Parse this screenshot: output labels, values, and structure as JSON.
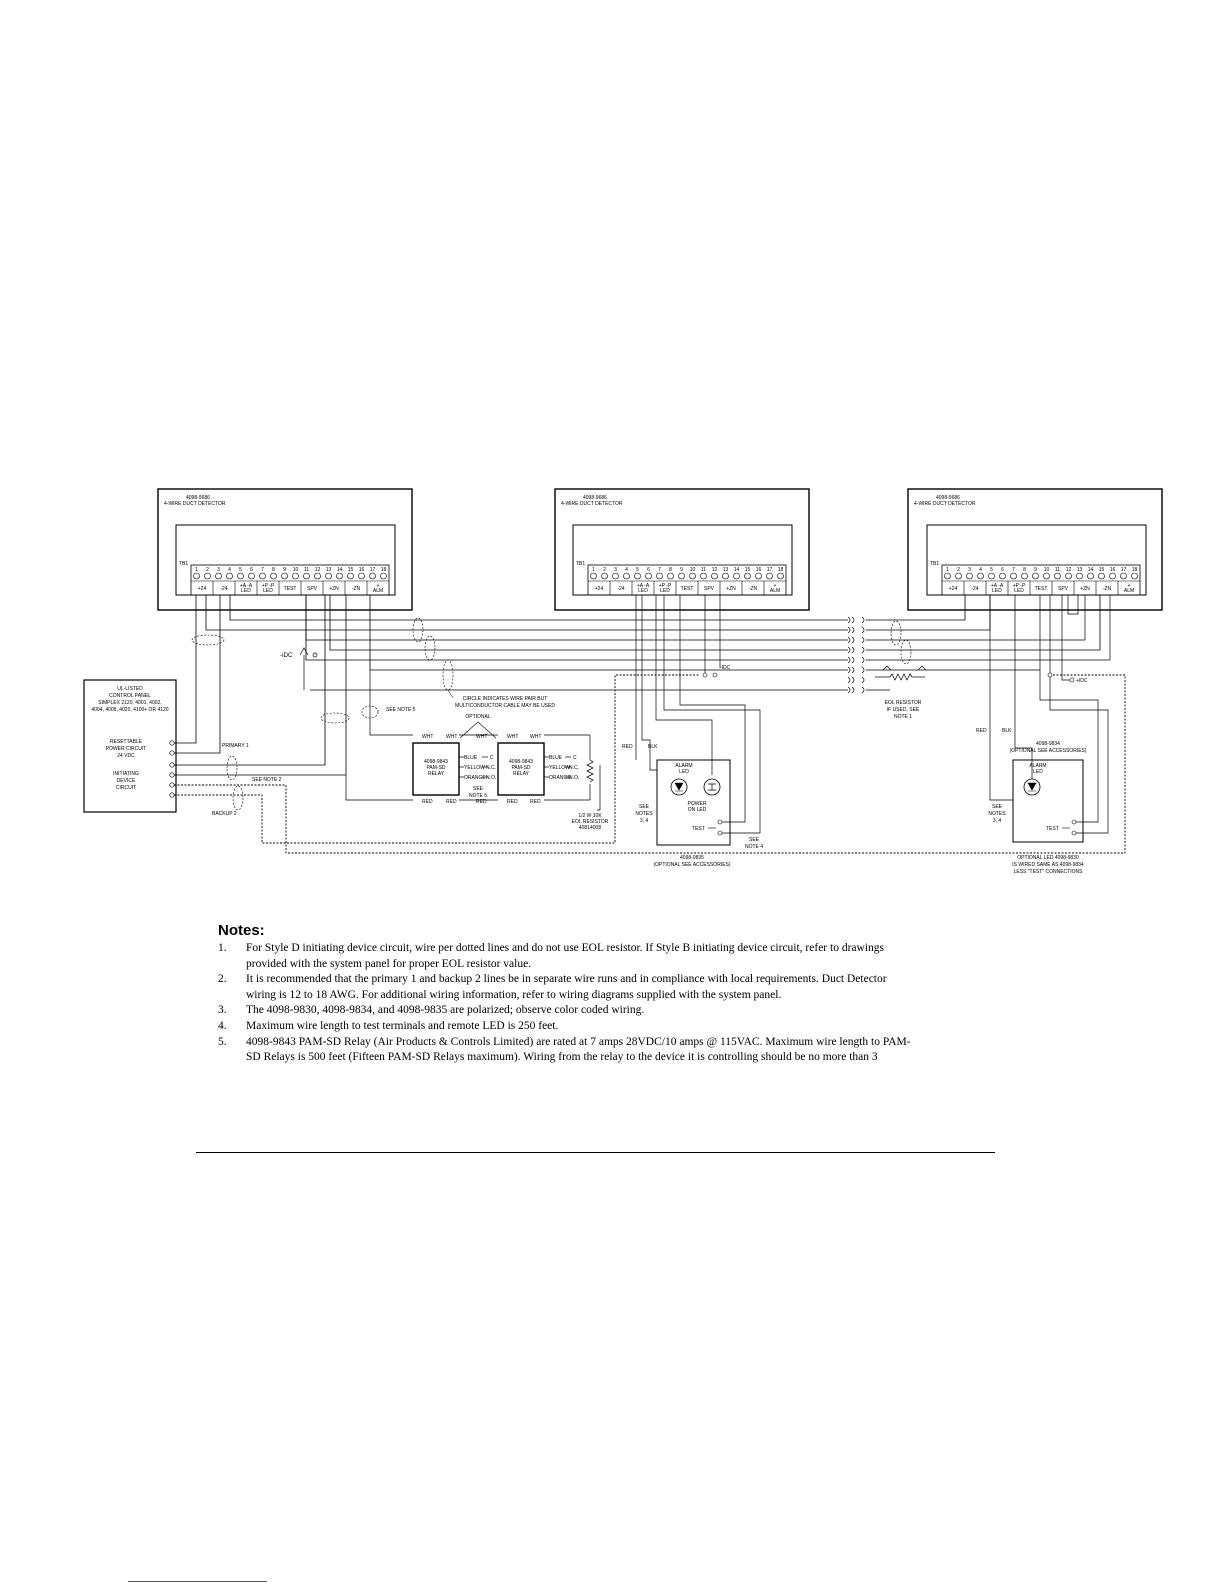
{
  "detectors": [
    {
      "model": "4098-9686",
      "desc": "4-WIRE DUCT DETECTOR",
      "tb": "TB1",
      "terminals": [
        "+24",
        "-24",
        "+A -A\nLED",
        "+P -P\nLED",
        "TEST",
        "SPV",
        "+ZN",
        "-ZN",
        "+\nALM"
      ]
    },
    {
      "model": "4098-9686",
      "desc": "4-WIRE DUCT DETECTOR",
      "tb": "TB1",
      "terminals": [
        "+24",
        "-24",
        "+A -A\nLED",
        "+P -P\nLED",
        "TEST",
        "SPV",
        "+ZN",
        "-ZN",
        "+\nALM"
      ]
    },
    {
      "model": "4098-9686",
      "desc": "4-WIRE DUCT DETECTOR",
      "tb": "TB1",
      "terminals": [
        "+24",
        "-24",
        "+A -A\nLED",
        "+P -P\nLED",
        "TEST",
        "SPV",
        "+ZN",
        "-ZN",
        "+\nALM"
      ]
    }
  ],
  "terminal_numbers": [
    "1",
    "2",
    "3",
    "4",
    "5",
    "6",
    "7",
    "8",
    "9",
    "10",
    "11",
    "12",
    "13",
    "14",
    "15",
    "16",
    "17",
    "18"
  ],
  "panel": {
    "lines": [
      "UL-LISTED",
      "CONTROL PANEL",
      "SIMPLEX 2120, 4001, 4002,",
      "4004, 4005, 4020, 4100+ OR 4120"
    ],
    "resettable": [
      "RESETTABLE",
      "POWER CIRCUIT",
      "24 VDC"
    ],
    "initiating": [
      "INITIATING",
      "DEVICE",
      "CIRCUIT"
    ]
  },
  "labels": {
    "primary": "PRIMARY 1",
    "backup": "BACKUP 2",
    "see_note2": "SEE NOTE 2",
    "see_note5": "SEE NOTE 5",
    "circle_note": [
      "CIRCLE INDICATES WIRE PAIR BUT",
      "MULTICONDUCTOR CABLE MAY BE USED"
    ],
    "optional": "OPTIONAL",
    "idc": "-IDC",
    "idc_plus": "+IDC",
    "red": "RED",
    "blk": "BLK",
    "eol": [
      "EOL RESISTOR",
      "IF USED, SEE",
      "NOTE 1"
    ],
    "eol_10k": [
      "1/2 W 10K",
      "EOL RESISTOR",
      "40814008"
    ]
  },
  "relays": [
    {
      "model": "4098-9843",
      "name": "PAM-SD",
      "sub": "RELAY"
    },
    {
      "model": "4098-9843",
      "name": "PAM-SD",
      "sub": "RELAY"
    }
  ],
  "relay_wires": {
    "wht": "WHT",
    "red": "RED",
    "blue": "BLUE",
    "yellow": "YELLOW",
    "orange": "ORANGE",
    "c": "C",
    "nc": "N.C.",
    "no": "N.O."
  },
  "see_note5_relay": [
    "SEE",
    "NOTE 5"
  ],
  "remote_9835": {
    "alarm": [
      "ALARM",
      "LED"
    ],
    "power": [
      "POWER",
      "ON LED"
    ],
    "test": "TEST",
    "see_notes": [
      "SEE",
      "NOTES",
      "3, 4"
    ],
    "see_note4": [
      "SEE",
      "NOTE 4"
    ],
    "caption": [
      "4098-9835",
      "(OPTIONAL SEE ACCESSORIES)"
    ]
  },
  "remote_9834": {
    "title": [
      "4098-9834",
      "(OPTIONAL SEE ACCESSORIES)"
    ],
    "alarm": [
      "ALARM",
      "LED"
    ],
    "test": "TEST",
    "see_notes": [
      "SEE",
      "NOTES",
      "3, 4"
    ],
    "caption": [
      "OPTIONAL LED 4098-9830",
      "IS WIRED SAME AS 4098-9834",
      "LESS \"TEST\" CONNECTIONS"
    ]
  },
  "notes": {
    "title": "Notes:",
    "items": [
      {
        "num": "1.",
        "text": "For Style D initiating device circuit, wire per dotted lines and do not use EOL resistor.  If Style B initiating device circuit, refer to drawings provided with the system panel for proper EOL resistor value."
      },
      {
        "num": "2.",
        "text": "It is recommended that the primary 1 and backup 2 lines be in separate wire runs and in compliance with local requirements.  Duct Detector wiring is 12 to 18 AWG.  For additional wiring information, refer to wiring diagrams supplied with the system panel."
      },
      {
        "num": "3.",
        "text": "The 4098-9830, 4098-9834, and 4098-9835 are polarized; observe color coded wiring."
      },
      {
        "num": "4.",
        "text": "Maximum wire length to test terminals and remote LED is 250 feet."
      },
      {
        "num": "5.",
        "text": "4098-9843 PAM-SD Relay (Air Products & Controls Limited) are rated at 7 amps 28VDC/10 amps @ 115VAC.  Maximum wire length to PAM-SD Relays is 500 feet (Fifteen PAM-SD Relays maximum).  Wiring from the relay to the device it is controlling should be no more than 3"
      }
    ]
  }
}
